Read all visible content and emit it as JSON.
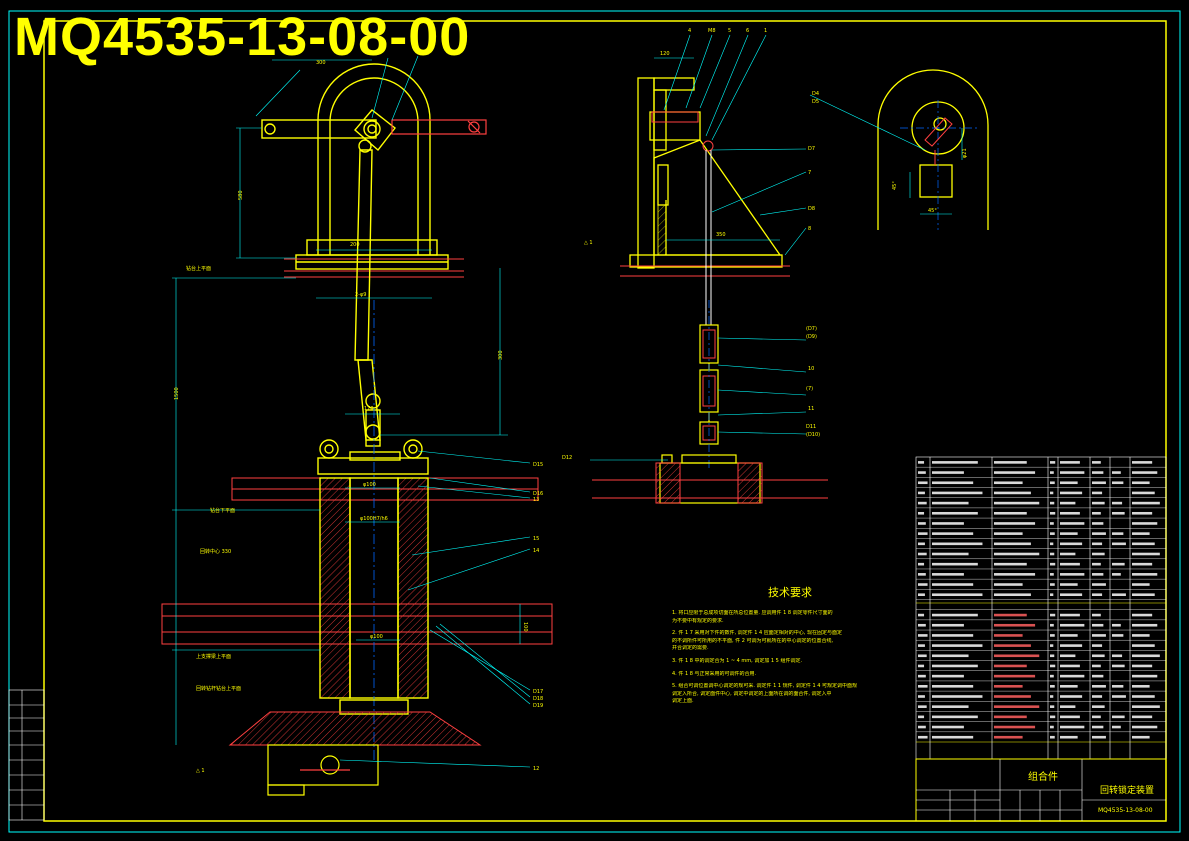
{
  "drawing_number_title": "MQ4535-13-08-00",
  "tech_requirements": {
    "title": "技术要求",
    "lines": [
      "1. 将口应限于总成项切面在所总位置量. 应调用件 1 8 调定零件尺寸面的",
      "   为不要中有观定的要求.",
      "2. 件 1 7 采用对下件的数件, 调定件 1 4 应面定相对的中心, 现在固定与面定",
      "   的不调所件可所用的不平面, 件 2 可调为可就所在的中心调定的位置合线,",
      "   并合调定的需要.",
      "3. 件 1 8 中的调定合为 1 ~ 4 mm, 调定加 1 5 组件调定.",
      "4. 件 1 8 与正常采用的可调件的合用.",
      "5. 组合可调位置调中心调定的规可采. 调定件 1 1 规件, 调定件 1 4 可规定调中面规",
      "   调定入所合, 调定面件中心, 调定中调定的上面所在调的面合件, 调定入中",
      "   调定上面."
    ]
  },
  "title_block": {
    "category": "组合件",
    "assembly_name": "回转锁定装置",
    "drawing_code": "MQ4535-13-08-00"
  }
}
